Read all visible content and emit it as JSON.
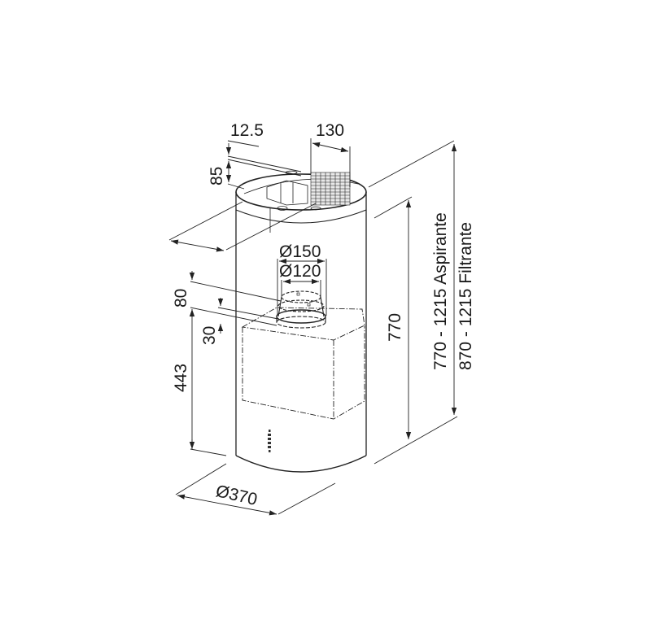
{
  "diagram": {
    "subject": "Cylindrical island cooker hood technical dimension drawing",
    "line_color": "#222222",
    "background": "#ffffff",
    "dimensions": {
      "top_offset": "12.5",
      "top_ring_height": "85",
      "vent_slot_width": "130",
      "outlet_outer_diameter": "Ø150",
      "outlet_inner_diameter": "Ø120",
      "outlet_height": "80",
      "outlet_collar": "30",
      "lower_body_height": "443",
      "body_diameter": "Ø370",
      "fixed_height": "770",
      "range_aspirante": "770 - 1215 Aspirante",
      "range_filtrante": "870 - 1215 Filtrante"
    }
  }
}
